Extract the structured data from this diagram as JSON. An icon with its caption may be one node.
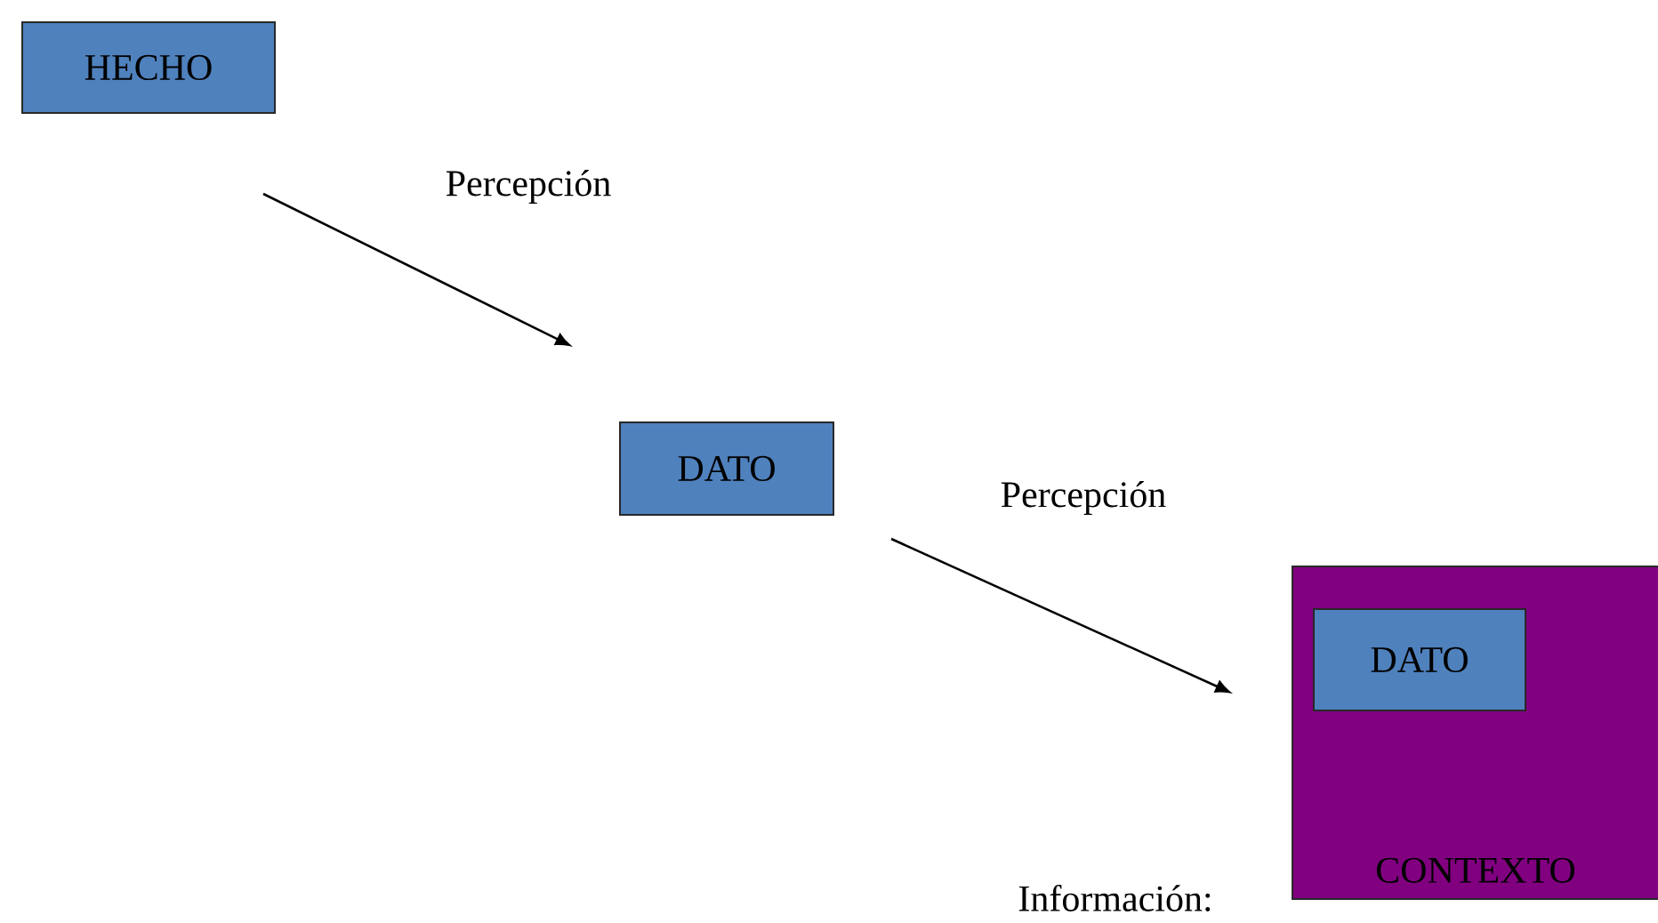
{
  "diagram": {
    "nodes": [
      {
        "text": [
          "HECHO"
        ]
      },
      {
        "text": [
          "DATO"
        ]
      },
      {
        "text": [
          "CONTEXTO"
        ]
      },
      {
        "text": [
          "DATO"
        ],
        "in": 2
      }
    ],
    "edges": [
      {
        "from": 0,
        "to": 1,
        "arrow": "to",
        "label": "Percepción"
      },
      {
        "from": 1,
        "to": 2,
        "arrow": "to",
        "label": "Percepción"
      }
    ],
    "labels": [
      "Información:"
    ]
  }
}
